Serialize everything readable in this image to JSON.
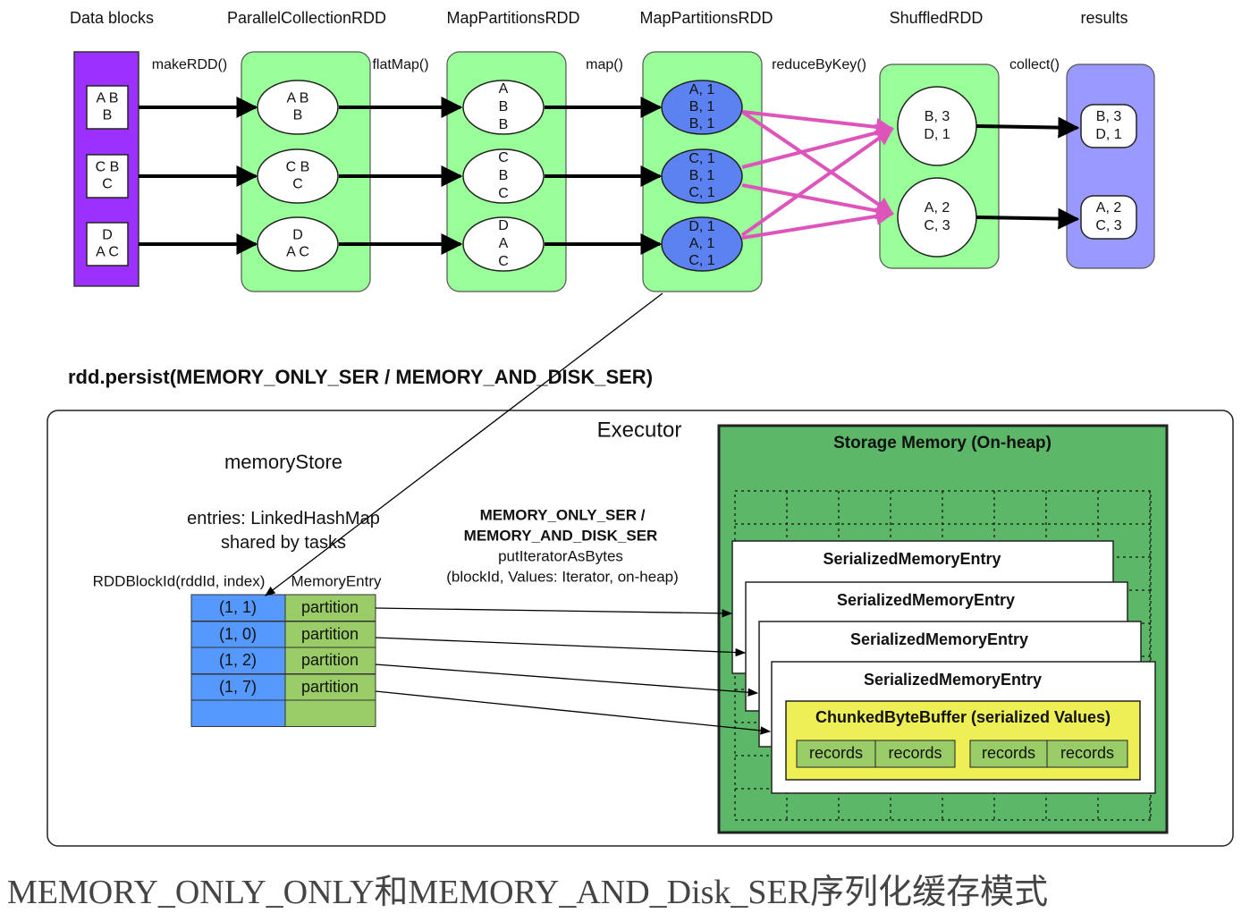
{
  "stage_headers": [
    "Data blocks",
    "ParallelCollectionRDD",
    "MapPartitionsRDD",
    "MapPartitionsRDD",
    "ShuffledRDD",
    "results"
  ],
  "operations": [
    "makeRDD()",
    "flatMap()",
    "map()",
    "reduceByKey()",
    "collect()"
  ],
  "data_blocks": [
    [
      "A B",
      "B"
    ],
    [
      "C B",
      "C"
    ],
    [
      "D",
      "A C"
    ]
  ],
  "parallel_partitions": [
    [
      "A B",
      "B"
    ],
    [
      "C B",
      "C"
    ],
    [
      "D",
      "A C"
    ]
  ],
  "flatmap_partitions": [
    [
      "A",
      "B",
      "B"
    ],
    [
      "C",
      "B",
      "C"
    ],
    [
      "D",
      "A",
      "C"
    ]
  ],
  "map_partitions": [
    [
      "A, 1",
      "B, 1",
      "B, 1"
    ],
    [
      "C, 1",
      "B, 1",
      "C, 1"
    ],
    [
      "D, 1",
      "A, 1",
      "C, 1"
    ]
  ],
  "shuffled_partitions": [
    [
      "B, 3",
      "D, 1"
    ],
    [
      "A, 2",
      "C, 3"
    ]
  ],
  "results": [
    [
      "B, 3",
      "D, 1"
    ],
    [
      "A, 2",
      "C, 3"
    ]
  ],
  "persist_call": "rdd.persist(MEMORY_ONLY_SER / MEMORY_AND_DISK_SER)",
  "executor": {
    "title": "Executor",
    "memory_store": "memoryStore",
    "entries_label": [
      "entries: LinkedHashMap",
      "shared by tasks"
    ],
    "column_headers": [
      "RDDBlockId(rddId, index)",
      "MemoryEntry"
    ],
    "rows": [
      {
        "block_id": "(1, 1)",
        "entry": "partition"
      },
      {
        "block_id": "(1, 0)",
        "entry": "partition"
      },
      {
        "block_id": "(1, 2)",
        "entry": "partition"
      },
      {
        "block_id": "(1, 7)",
        "entry": "partition"
      }
    ],
    "put_label": [
      "MEMORY_ONLY_SER /",
      "MEMORY_AND_DISK_SER",
      "putIteratorAsBytes",
      "(blockId, Values: Iterator, on-heap)"
    ],
    "storage_title": "Storage Memory (On-heap)",
    "entry_title": "SerializedMemoryEntry",
    "buffer_title": "ChunkedByteBuffer (serialized Values)",
    "records_label": "records"
  },
  "caption": "MEMORY_ONLY_ONLY和MEMORY_AND_Disk_SER序列化缓存模式",
  "colors": {
    "data_block_fill": "#9b30ff",
    "rdd_fill": "#99ff99",
    "shuffle_node": "#5b82f0",
    "shuffle_edge": "#dd55bb",
    "results_fill": "#9999ff",
    "block_id_fill": "#5599ff",
    "entry_fill": "#99cc66",
    "storage_fill": "#5cb868",
    "buffer_fill": "#eeee55"
  }
}
